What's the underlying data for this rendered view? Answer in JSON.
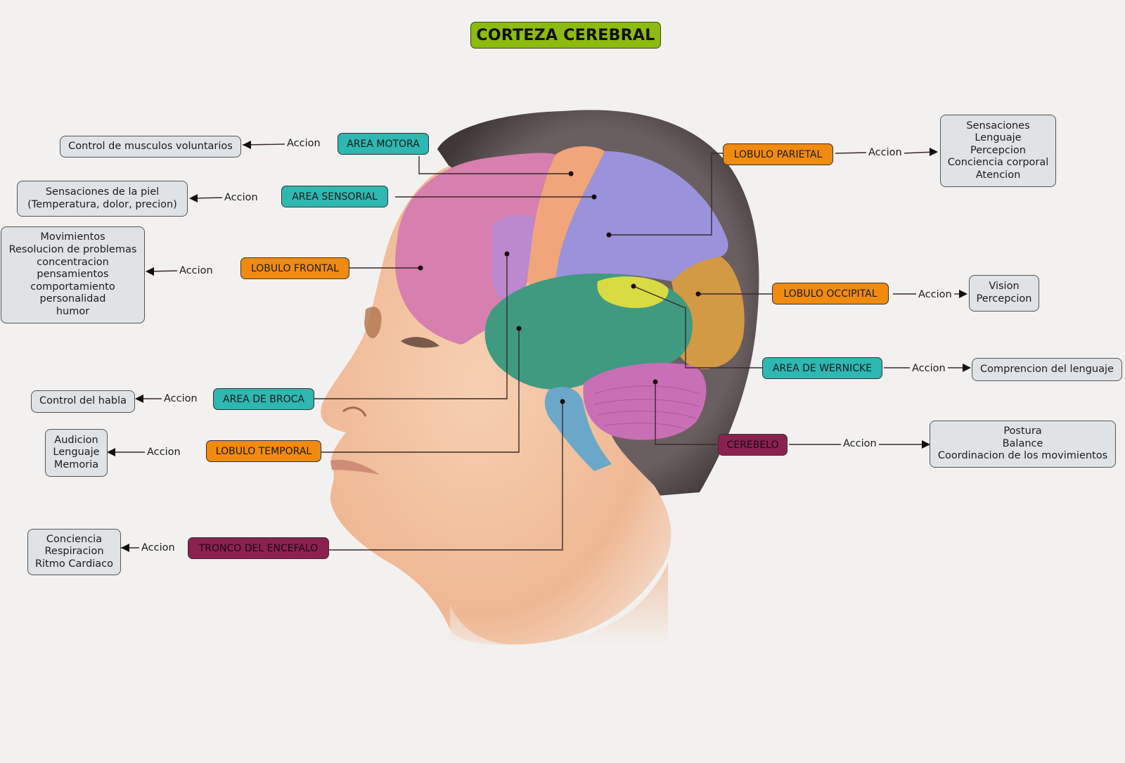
{
  "title": "CORTEZA CEREBRAL",
  "connector_label": "Accion",
  "colors": {
    "background": "#f2f1ef",
    "title_green": "#8dbb0f",
    "teal_node": "#2fb7b1",
    "orange_node": "#f08b10",
    "maroon_node": "#8c2150",
    "info_box": "#dfe3e5",
    "frontal_lobe": "#d77fae",
    "motor_area": "#f1a57a",
    "parietal_lobe": "#9a93dc",
    "temporal_lobe": "#3f9a80",
    "occipital_lobe": "#d39a45",
    "wernicke_area": "#e9e23a",
    "cerebellum": "#c86fb6",
    "brainstem": "#6aa7c9",
    "hair": "#5e5556",
    "skin": "#f2c3a1"
  },
  "left_nodes": [
    {
      "id": "area-motora",
      "label": "AREA MOTORA",
      "accion": "Accion",
      "functions": [
        "Control de musculos voluntarios"
      ]
    },
    {
      "id": "area-sensorial",
      "label": "AREA SENSORIAL",
      "accion": "Accion",
      "functions": [
        "Sensaciones de la piel",
        "(Temperatura, dolor, precion)"
      ]
    },
    {
      "id": "lobulo-frontal",
      "label": "LOBULO FRONTAL",
      "accion": "Accion",
      "functions": [
        "Movimientos",
        "Resolucion de problemas",
        "concentracion",
        "pensamientos",
        "comportamiento",
        "personalidad",
        "humor"
      ]
    },
    {
      "id": "area-de-broca",
      "label": "AREA DE BROCA",
      "accion": "Accion",
      "functions": [
        "Control del habla"
      ]
    },
    {
      "id": "lobulo-temporal",
      "label": "LOBULO TEMPORAL",
      "accion": "Accion",
      "functions": [
        "Audicion",
        "Lenguaje",
        "Memoria"
      ]
    },
    {
      "id": "tronco-del-encefalo",
      "label": "TRONCO DEL ENCEFALO",
      "accion": "Accion",
      "functions": [
        "Conciencia",
        "Respiracion",
        "Ritmo Cardiaco"
      ]
    }
  ],
  "right_nodes": [
    {
      "id": "lobulo-parietal",
      "label": "LOBULO PARIETAL",
      "accion": "Accion",
      "functions": [
        "Sensaciones",
        "Lenguaje",
        "Percepcion",
        "Conciencia corporal",
        "Atencion"
      ]
    },
    {
      "id": "lobulo-occipital",
      "label": "LOBULO OCCIPITAL",
      "accion": "Accion",
      "functions": [
        "Vision",
        "Percepcion"
      ]
    },
    {
      "id": "area-de-wernicke",
      "label": "AREA DE WERNICKE",
      "accion": "Accion",
      "functions": [
        "Comprencion del lenguaje"
      ]
    },
    {
      "id": "cerebelo",
      "label": "CEREBELO",
      "accion": "Accion",
      "functions": [
        "Postura",
        "Balance",
        "Coordinacion de los movimientos"
      ]
    }
  ]
}
